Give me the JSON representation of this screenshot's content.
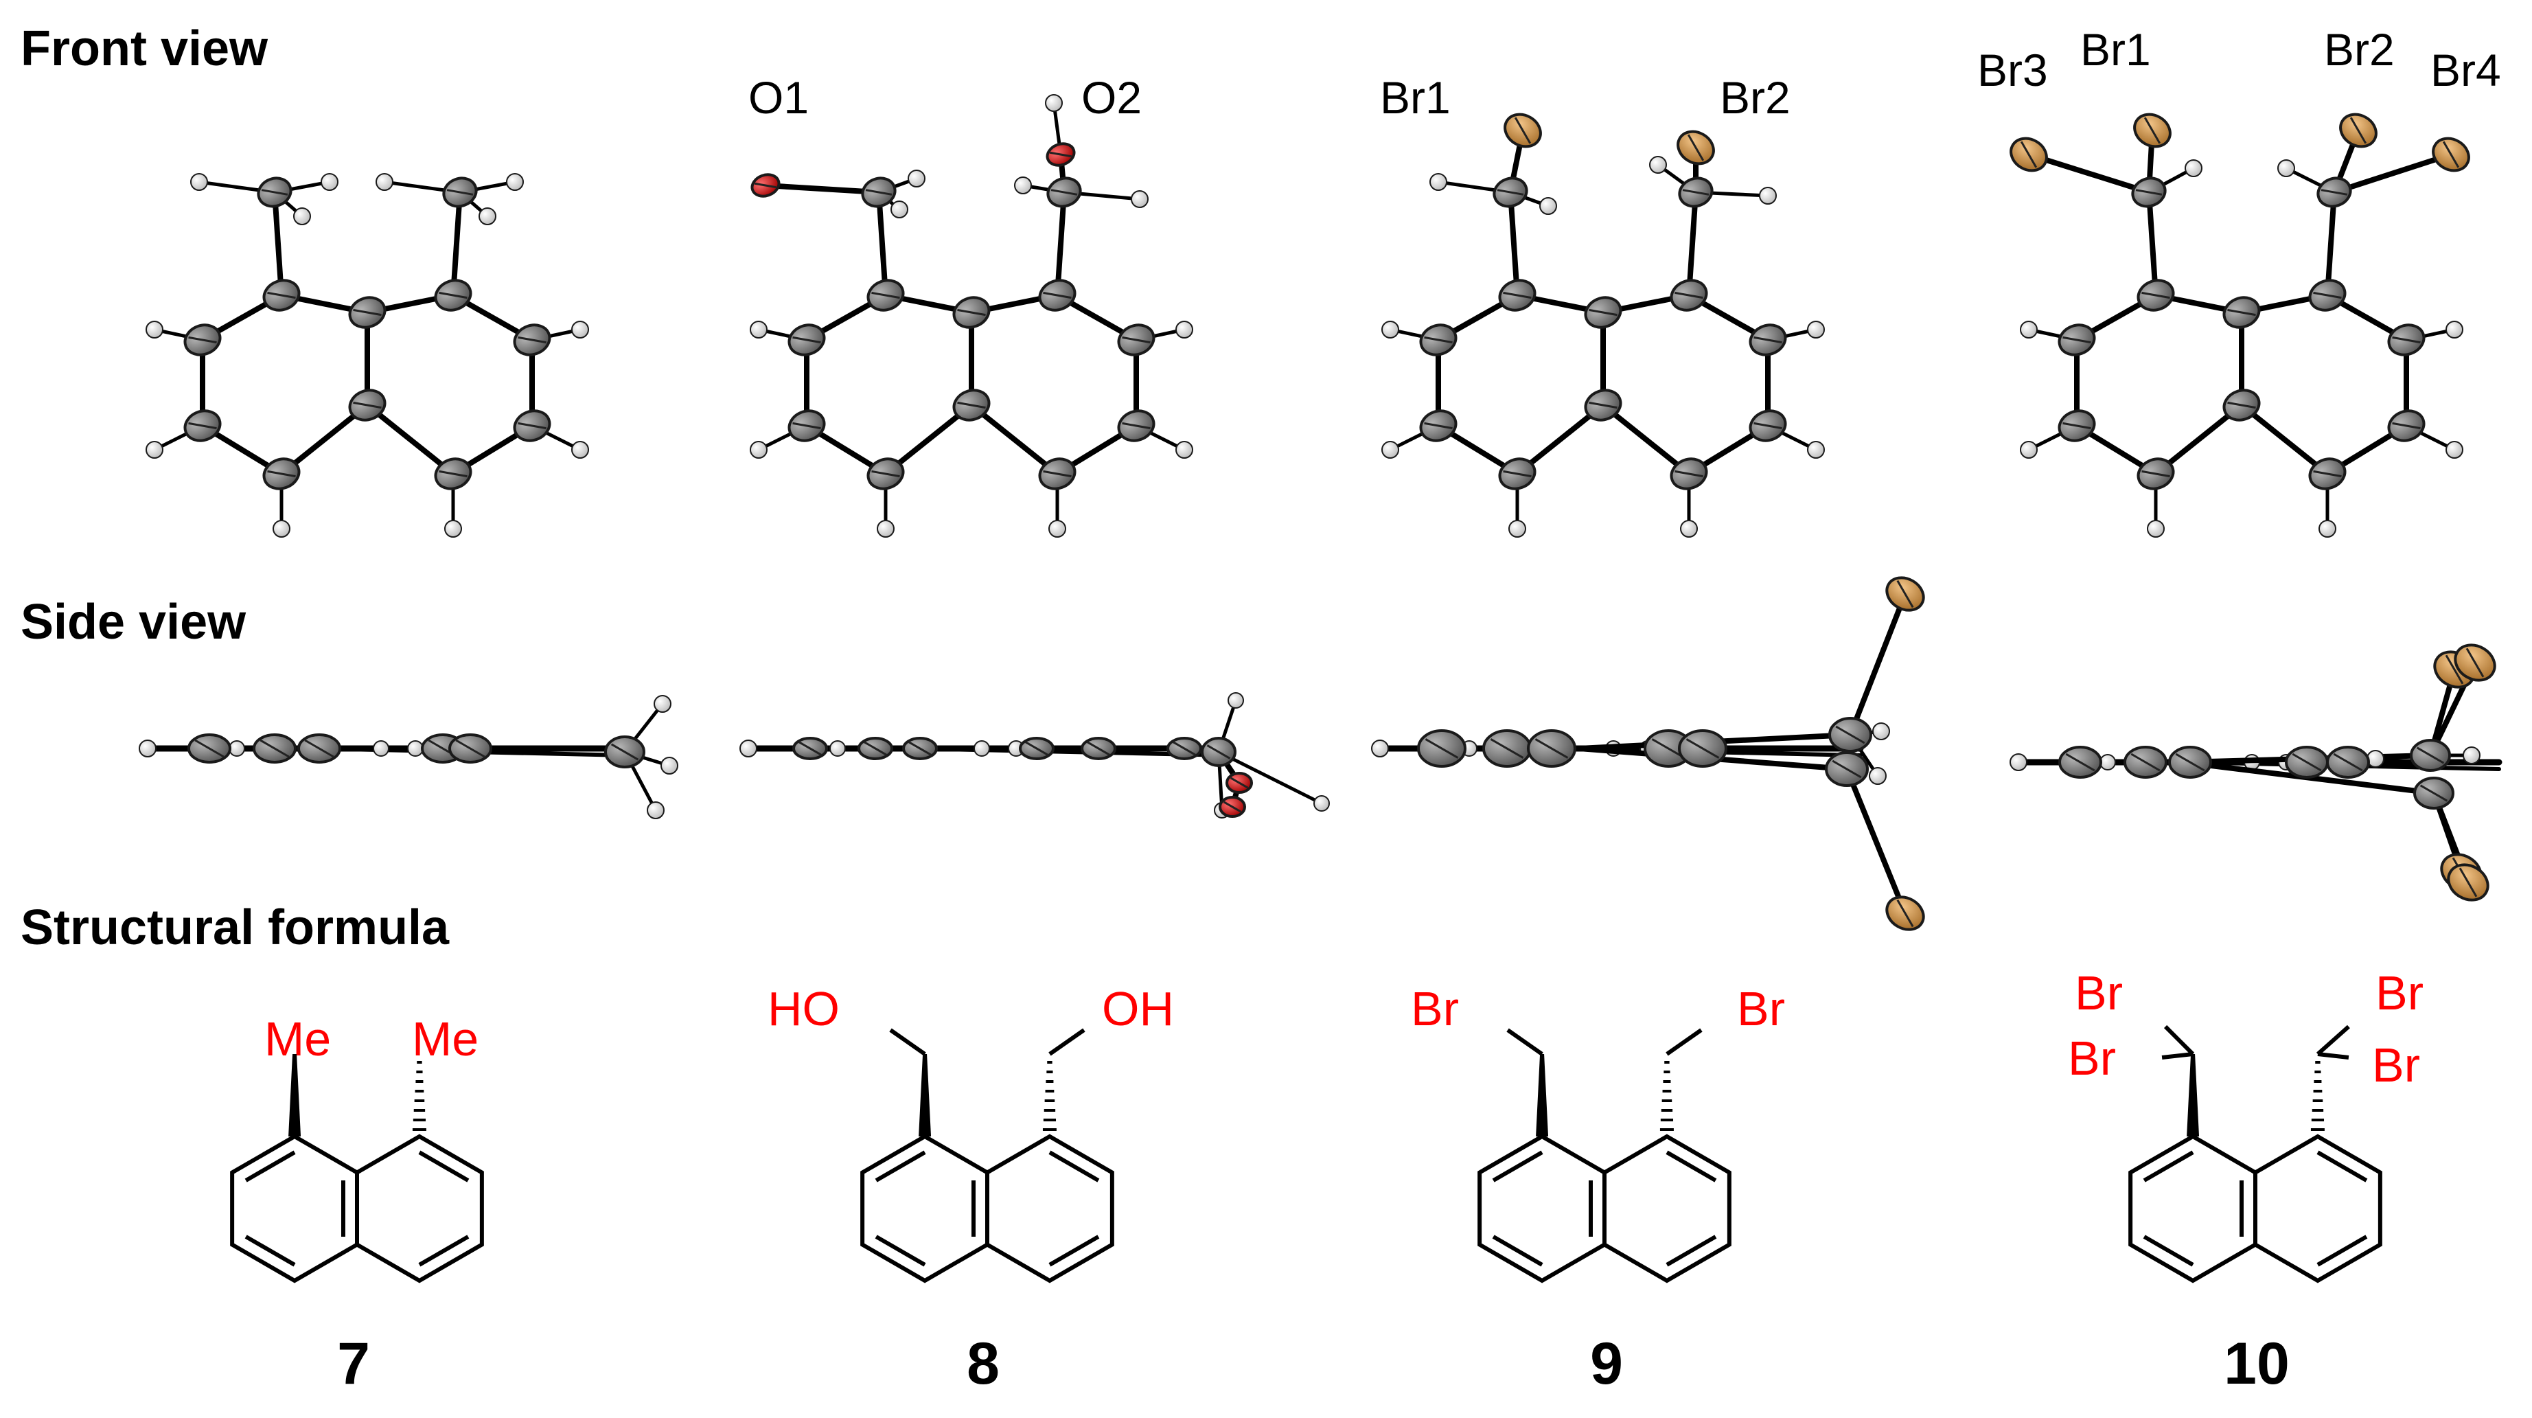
{
  "sections": {
    "front": "Front view",
    "side": "Side view",
    "formula": "Structural formula"
  },
  "compounds": [
    {
      "id": "7",
      "labels": [],
      "substituents": [
        "Me",
        "Me"
      ]
    },
    {
      "id": "8",
      "labels": [
        "O1",
        "O2"
      ],
      "substituents": [
        "HO",
        "OH"
      ]
    },
    {
      "id": "9",
      "labels": [
        "Br1",
        "Br2"
      ],
      "substituents": [
        "Br",
        "Br"
      ]
    },
    {
      "id": "10",
      "labels": [
        "Br3",
        "Br1",
        "Br2",
        "Br4"
      ],
      "substituents": [
        "Br",
        "Br",
        "Br",
        "Br"
      ]
    }
  ],
  "colors": {
    "carbon": "#6e6e6e",
    "hydrogen": "#e6e6e6",
    "oxygen": "#d20000",
    "bromine": "#c98a3c",
    "formula_label": "#ff0000",
    "text": "#000000"
  }
}
